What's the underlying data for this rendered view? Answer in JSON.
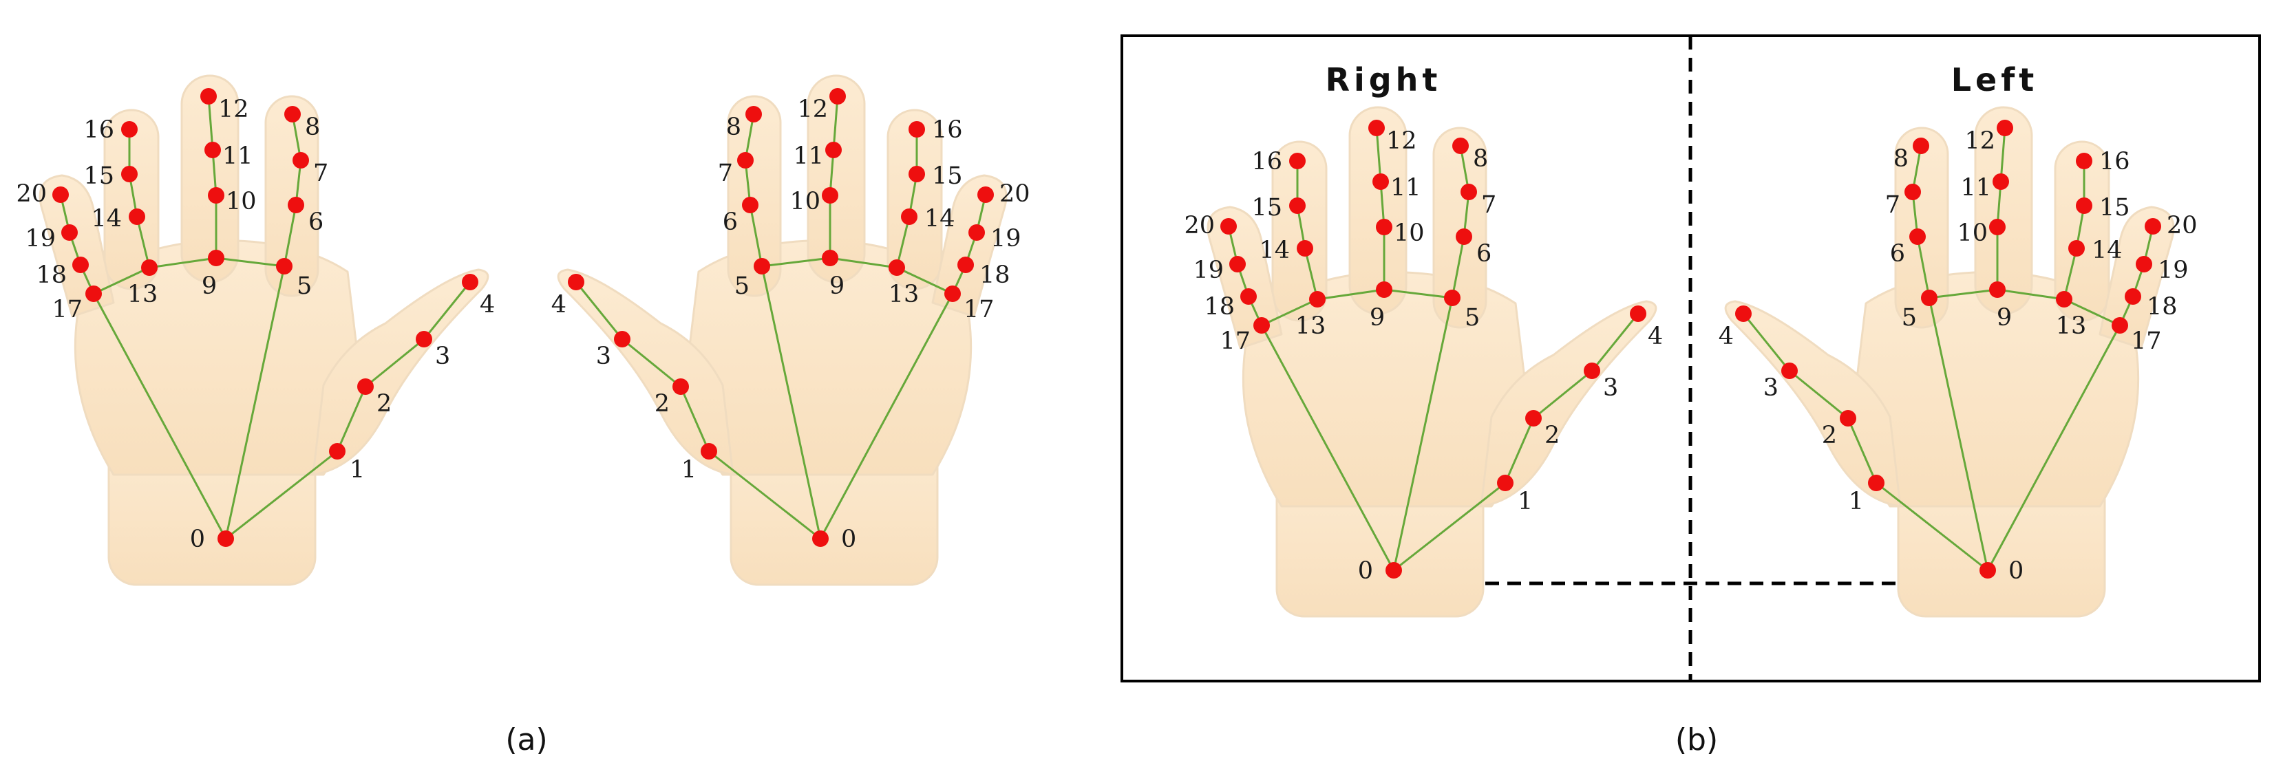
{
  "captions": [
    "(a)",
    "(b)"
  ],
  "panel_b_titles": {
    "right": "Right",
    "left": "Left"
  },
  "keypoint_labels": [
    "0",
    "1",
    "2",
    "3",
    "4",
    "5",
    "6",
    "7",
    "8",
    "9",
    "10",
    "11",
    "12",
    "13",
    "14",
    "15",
    "16",
    "17",
    "18",
    "19",
    "20"
  ],
  "colors": {
    "keypoint": "#ee0f0f",
    "bone": "#66a83a",
    "skin": "#fbe8cc",
    "frame": "#000000"
  }
}
